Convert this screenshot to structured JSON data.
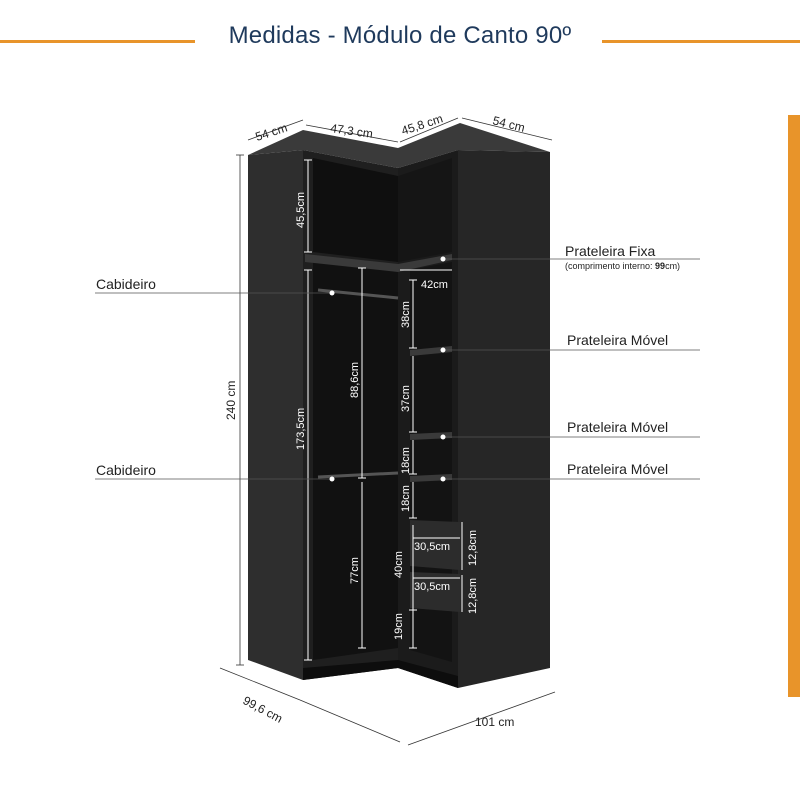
{
  "title": "Medidas - Módulo de Canto 90º",
  "colors": {
    "accent": "#e8942a",
    "title": "#1f3a5c",
    "cabinet": "#2a2a2a",
    "cabinet_side": "#1c1c1c",
    "interior": "#141414"
  },
  "callouts": {
    "cabideiro_top": "Cabideiro",
    "cabideiro_bottom": "Cabideiro",
    "prateleira_fixa": "Prateleira Fixa",
    "prateleira_fixa_note_prefix": "(comprimento interno: ",
    "prateleira_fixa_note_value": "99",
    "prateleira_fixa_note_suffix": "cm)",
    "prateleira_movel_1": "Prateleira Móvel",
    "prateleira_movel_2": "Prateleira Móvel",
    "prateleira_movel_3": "Prateleira Móvel"
  },
  "dimensions": {
    "top_depth_left": "54 cm",
    "top_width_left": "47,3 cm",
    "top_width_right": "45,8 cm",
    "top_depth_right": "54 cm",
    "height_total": "240 cm",
    "upper_compartment": "45,5cm",
    "hanging_total": "173,5cm",
    "hanging_upper": "88,6cm",
    "hanging_lower": "77cm",
    "shelf_width": "42cm",
    "gap_38": "38cm",
    "gap_37": "37cm",
    "gap_18a": "18cm",
    "gap_18b": "18cm",
    "gap_40": "40cm",
    "gap_19": "19cm",
    "drawer_width_1": "30,5cm",
    "drawer_width_2": "30,5cm",
    "drawer_height_1": "12,8cm",
    "drawer_height_2": "12,8cm",
    "base_left": "99,6 cm",
    "base_right": "101 cm"
  }
}
